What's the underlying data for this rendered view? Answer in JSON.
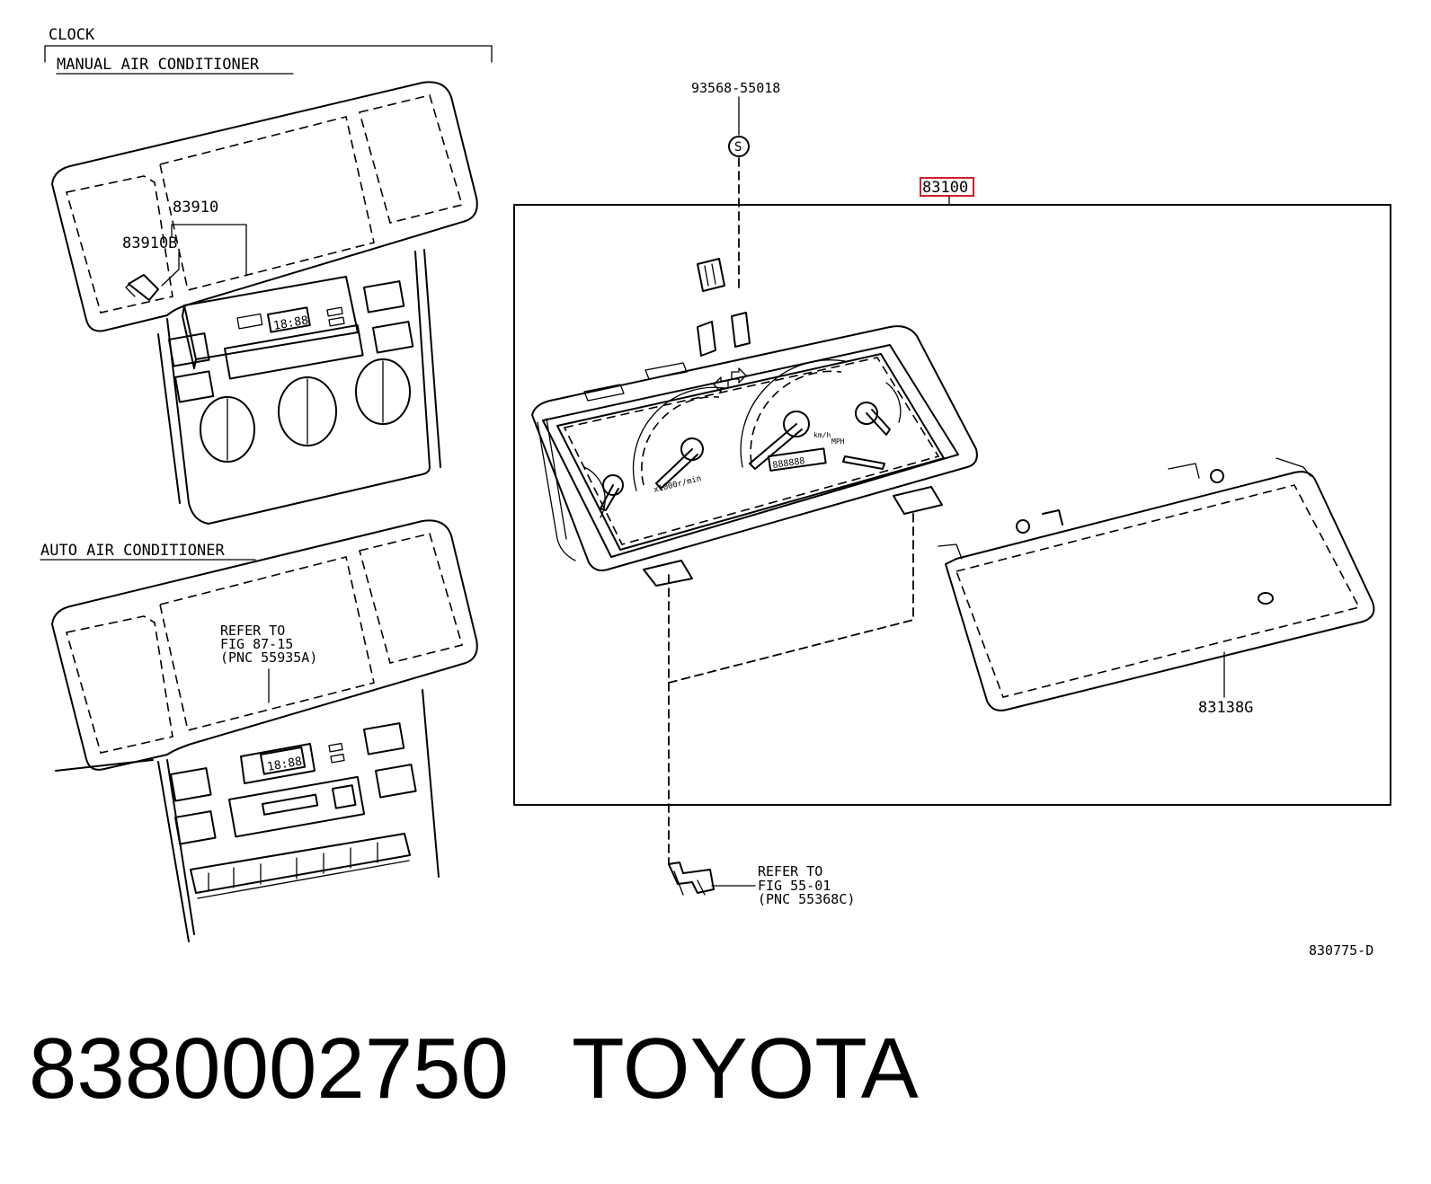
{
  "section_labels": {
    "clock": "CLOCK",
    "manual_ac": "MANUAL AIR CONDITIONER",
    "auto_ac": "AUTO AIR CONDITIONER"
  },
  "parts": {
    "clock_assy": "83910",
    "clock_bulb": "83910B",
    "screw": "93568-55018",
    "screw_symbol": "S",
    "meter_assy": "83100",
    "meter_glass": "83138G"
  },
  "references": {
    "clock_ref": {
      "line1": "REFER TO",
      "line2": "FIG 87-15",
      "line3": "(PNC 55935A)"
    },
    "bracket_ref": {
      "line1": "REFER TO",
      "line2": "FIG 55-01",
      "line3": "(PNC 55368C)"
    }
  },
  "gauge_text": {
    "clock_display": "18:88",
    "tach_unit": "x1000r/min",
    "speed_unit": "km/h",
    "speed_unit2": "MPH",
    "odometer": "888888"
  },
  "diagram_id": "830775-D",
  "highlight_color": "#d0202a",
  "footer": {
    "part_number": "8380002750",
    "brand": "TOYOTA"
  }
}
